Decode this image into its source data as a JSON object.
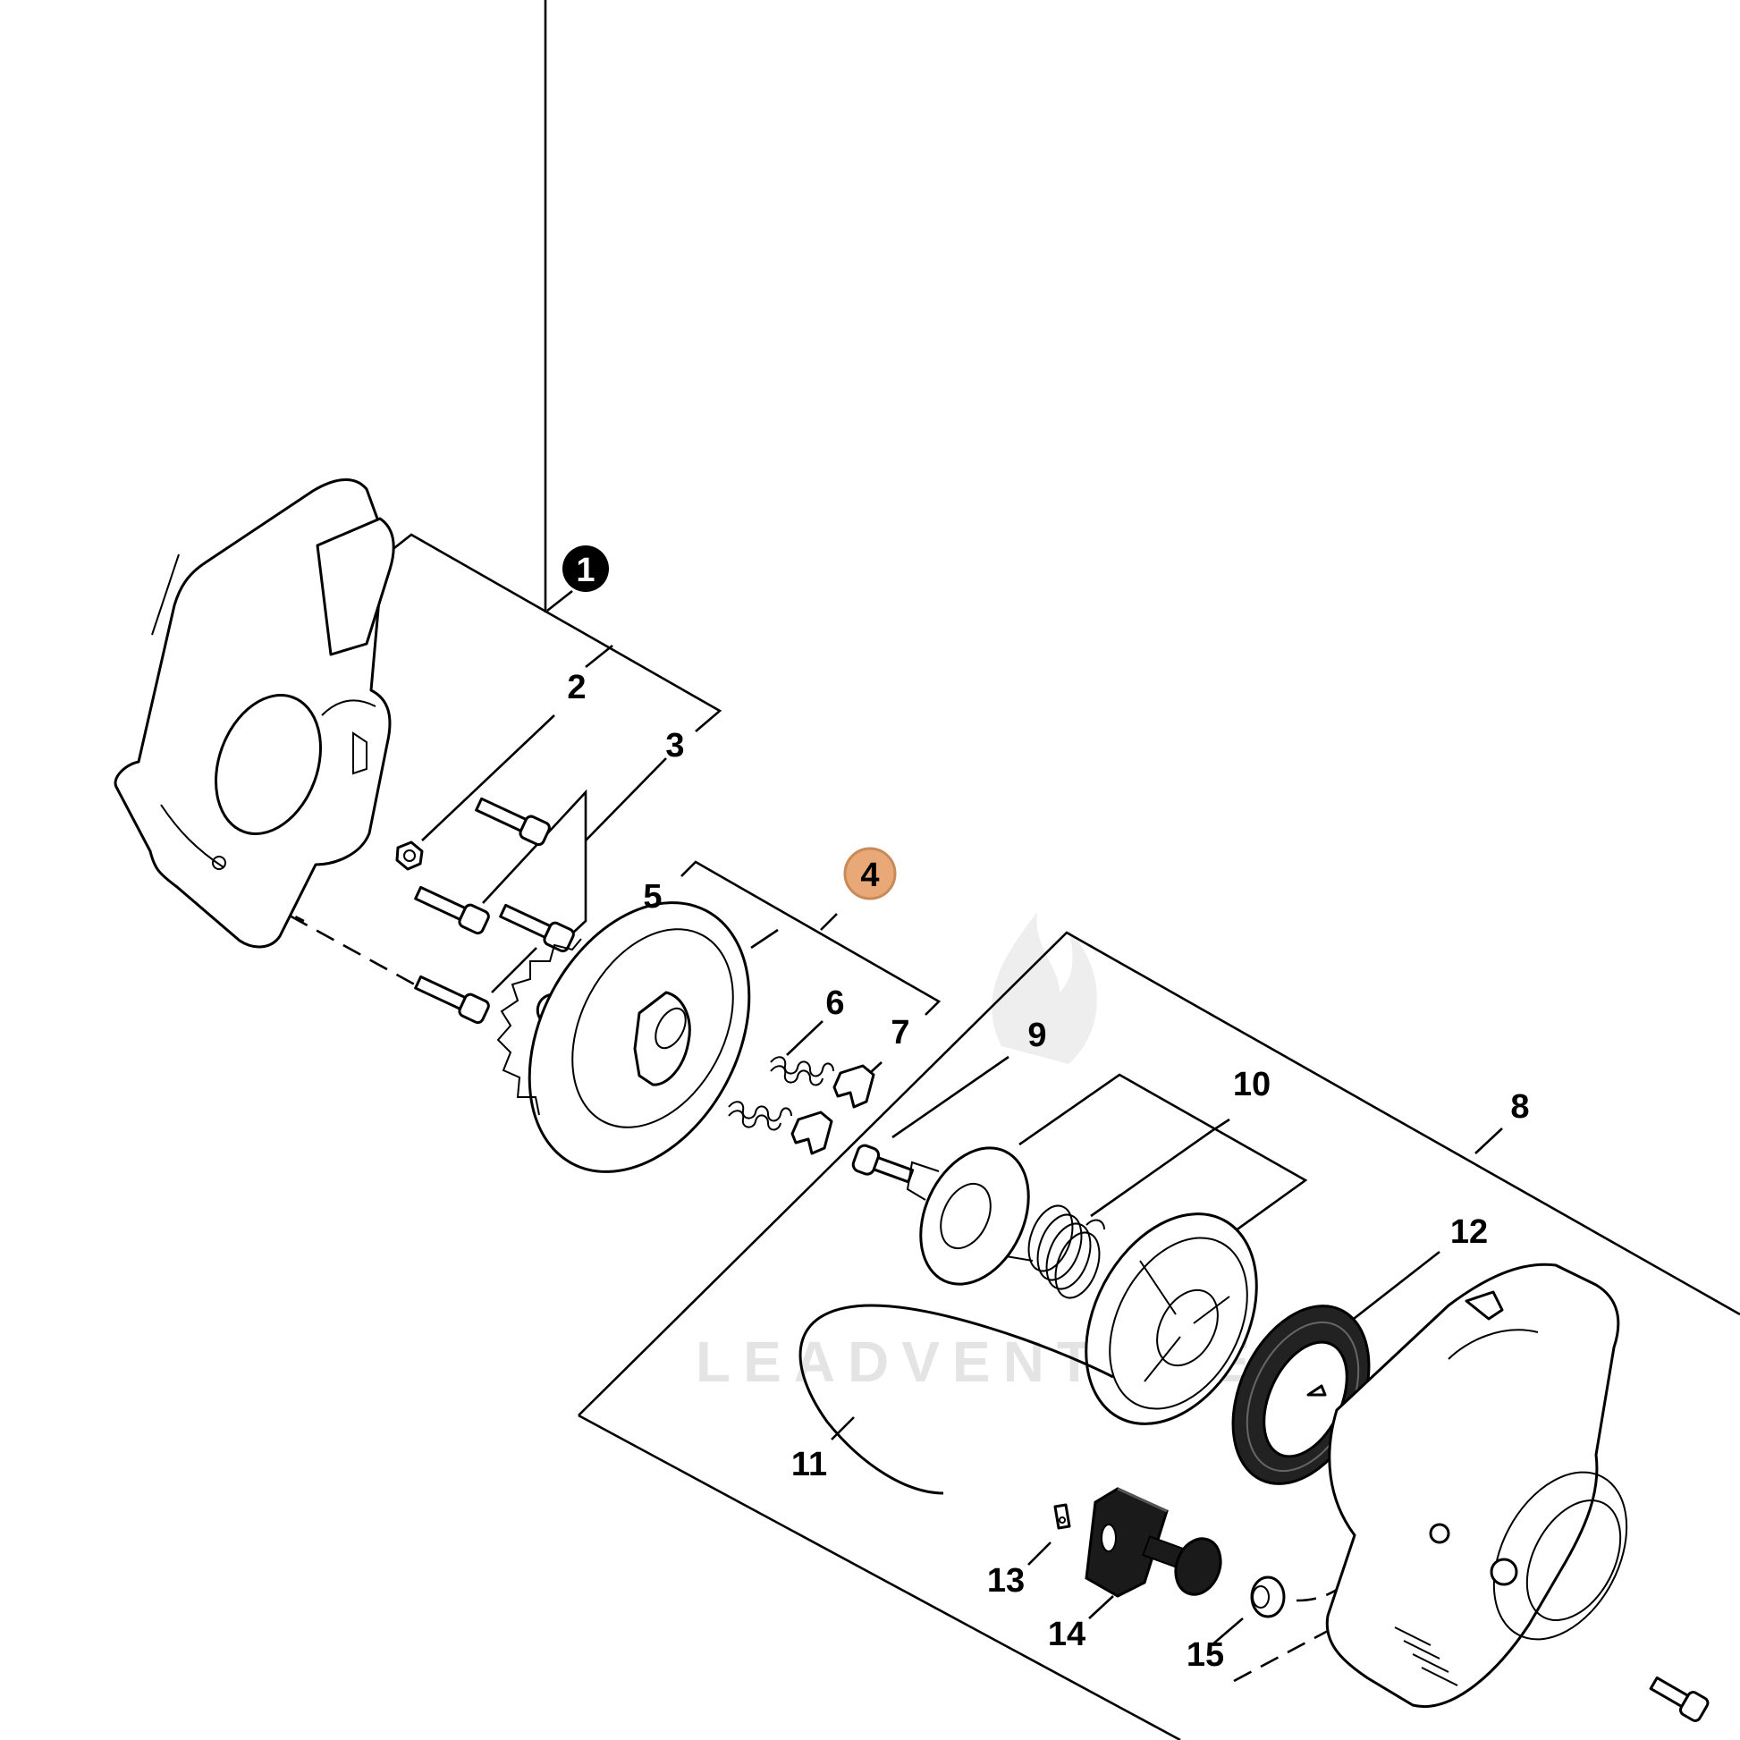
{
  "diagram": {
    "watermark": "LEADVENTURE",
    "labels": {
      "p1": "1",
      "p2": "2",
      "p3": "3",
      "p4": "4",
      "p5": "5",
      "p6": "6",
      "p7": "7",
      "p8": "8",
      "p9": "9",
      "p10": "10",
      "p11": "11",
      "p12": "12",
      "p13": "13",
      "p14": "14",
      "p15": "15"
    },
    "colors": {
      "highlight_fill": "#e8a878",
      "highlight_stroke": "#c98a58",
      "badge_fill": "#000000",
      "line": "#000000"
    }
  }
}
